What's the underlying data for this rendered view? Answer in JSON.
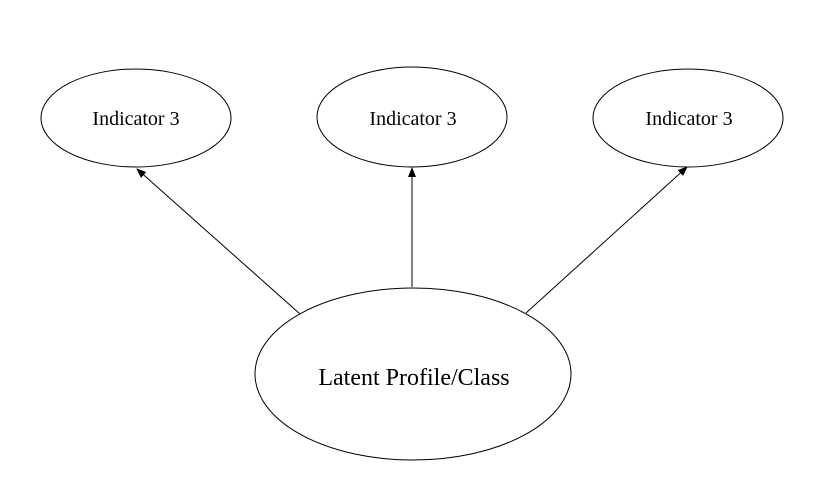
{
  "diagram": {
    "latent": {
      "label": "Latent Profile/Class"
    },
    "indicators": [
      {
        "label": "Indicator 3"
      },
      {
        "label": "Indicator 3"
      },
      {
        "label": "Indicator 3"
      }
    ],
    "edges": [
      {
        "from": "latent",
        "to": "indicator-1"
      },
      {
        "from": "latent",
        "to": "indicator-2"
      },
      {
        "from": "latent",
        "to": "indicator-3"
      }
    ],
    "colors": {
      "stroke": "#000000",
      "fill": "#ffffff",
      "background": "#ffffff"
    }
  }
}
